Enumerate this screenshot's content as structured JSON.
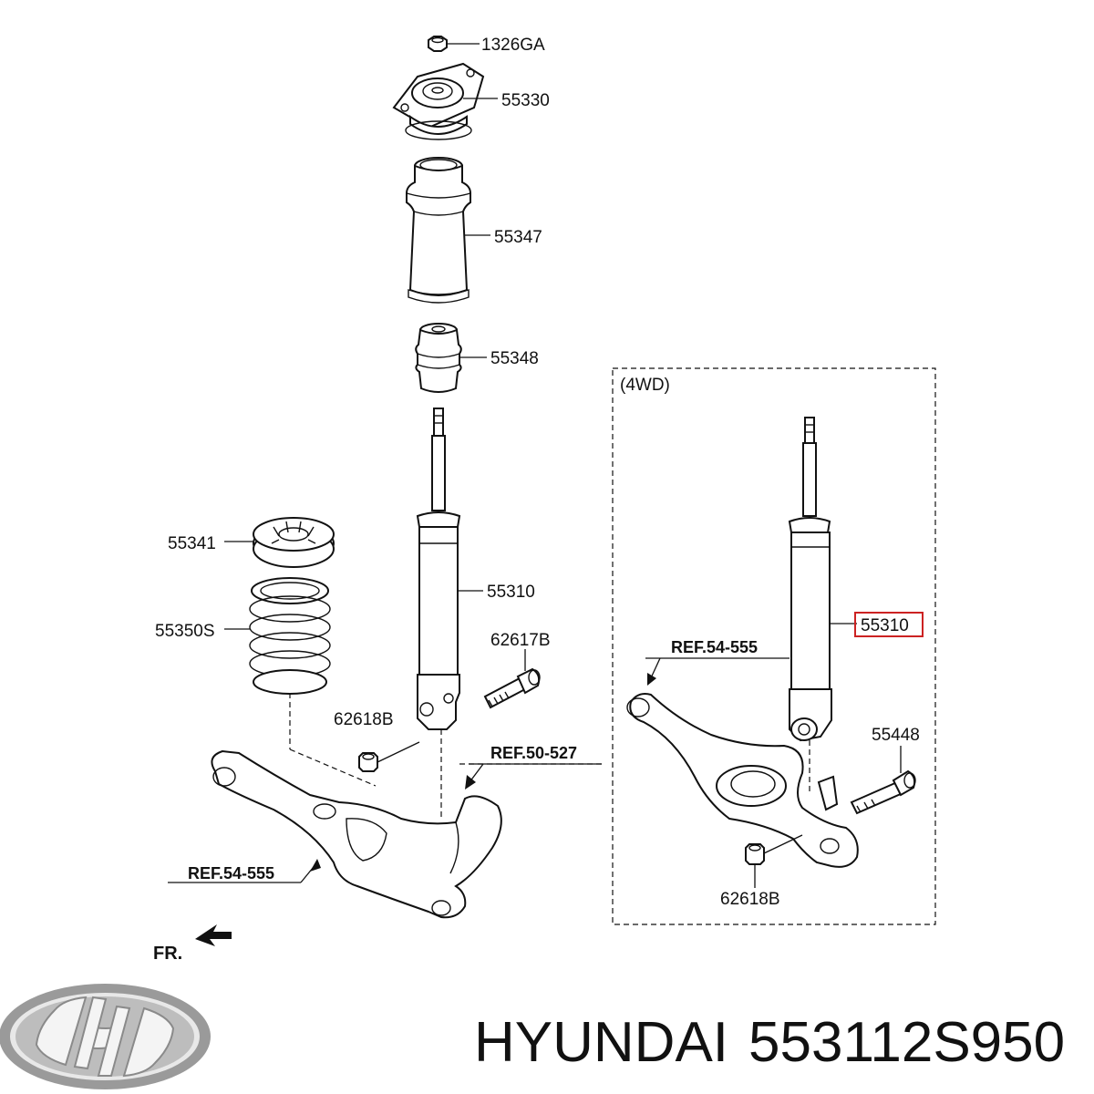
{
  "callouts": {
    "nut_top": "1326GA",
    "mount": "55330",
    "dust_cover": "55347",
    "bumper": "55348",
    "shock_main": "55310",
    "spring_pad": "55341",
    "spring": "55350S",
    "bolt_main": "62617B",
    "nut_main": "62618B",
    "shock_4wd": "55310",
    "bolt_4wd": "55448",
    "nut_4wd": "62618B"
  },
  "references": {
    "arm_right": "REF.54-555",
    "knuckle": "REF.50-527",
    "arm_left": "REF.54-555"
  },
  "variant_label": "(4WD)",
  "front_indicator": "FR.",
  "footer": {
    "brand": "HYUNDAI",
    "part_number": "553112S950"
  },
  "colors": {
    "line": "#111111",
    "highlight": "#cc2222",
    "logo": "#9a9a9a"
  },
  "icons": {
    "logo": "hyundai-logo-icon",
    "front_arrow": "front-arrow-icon"
  }
}
